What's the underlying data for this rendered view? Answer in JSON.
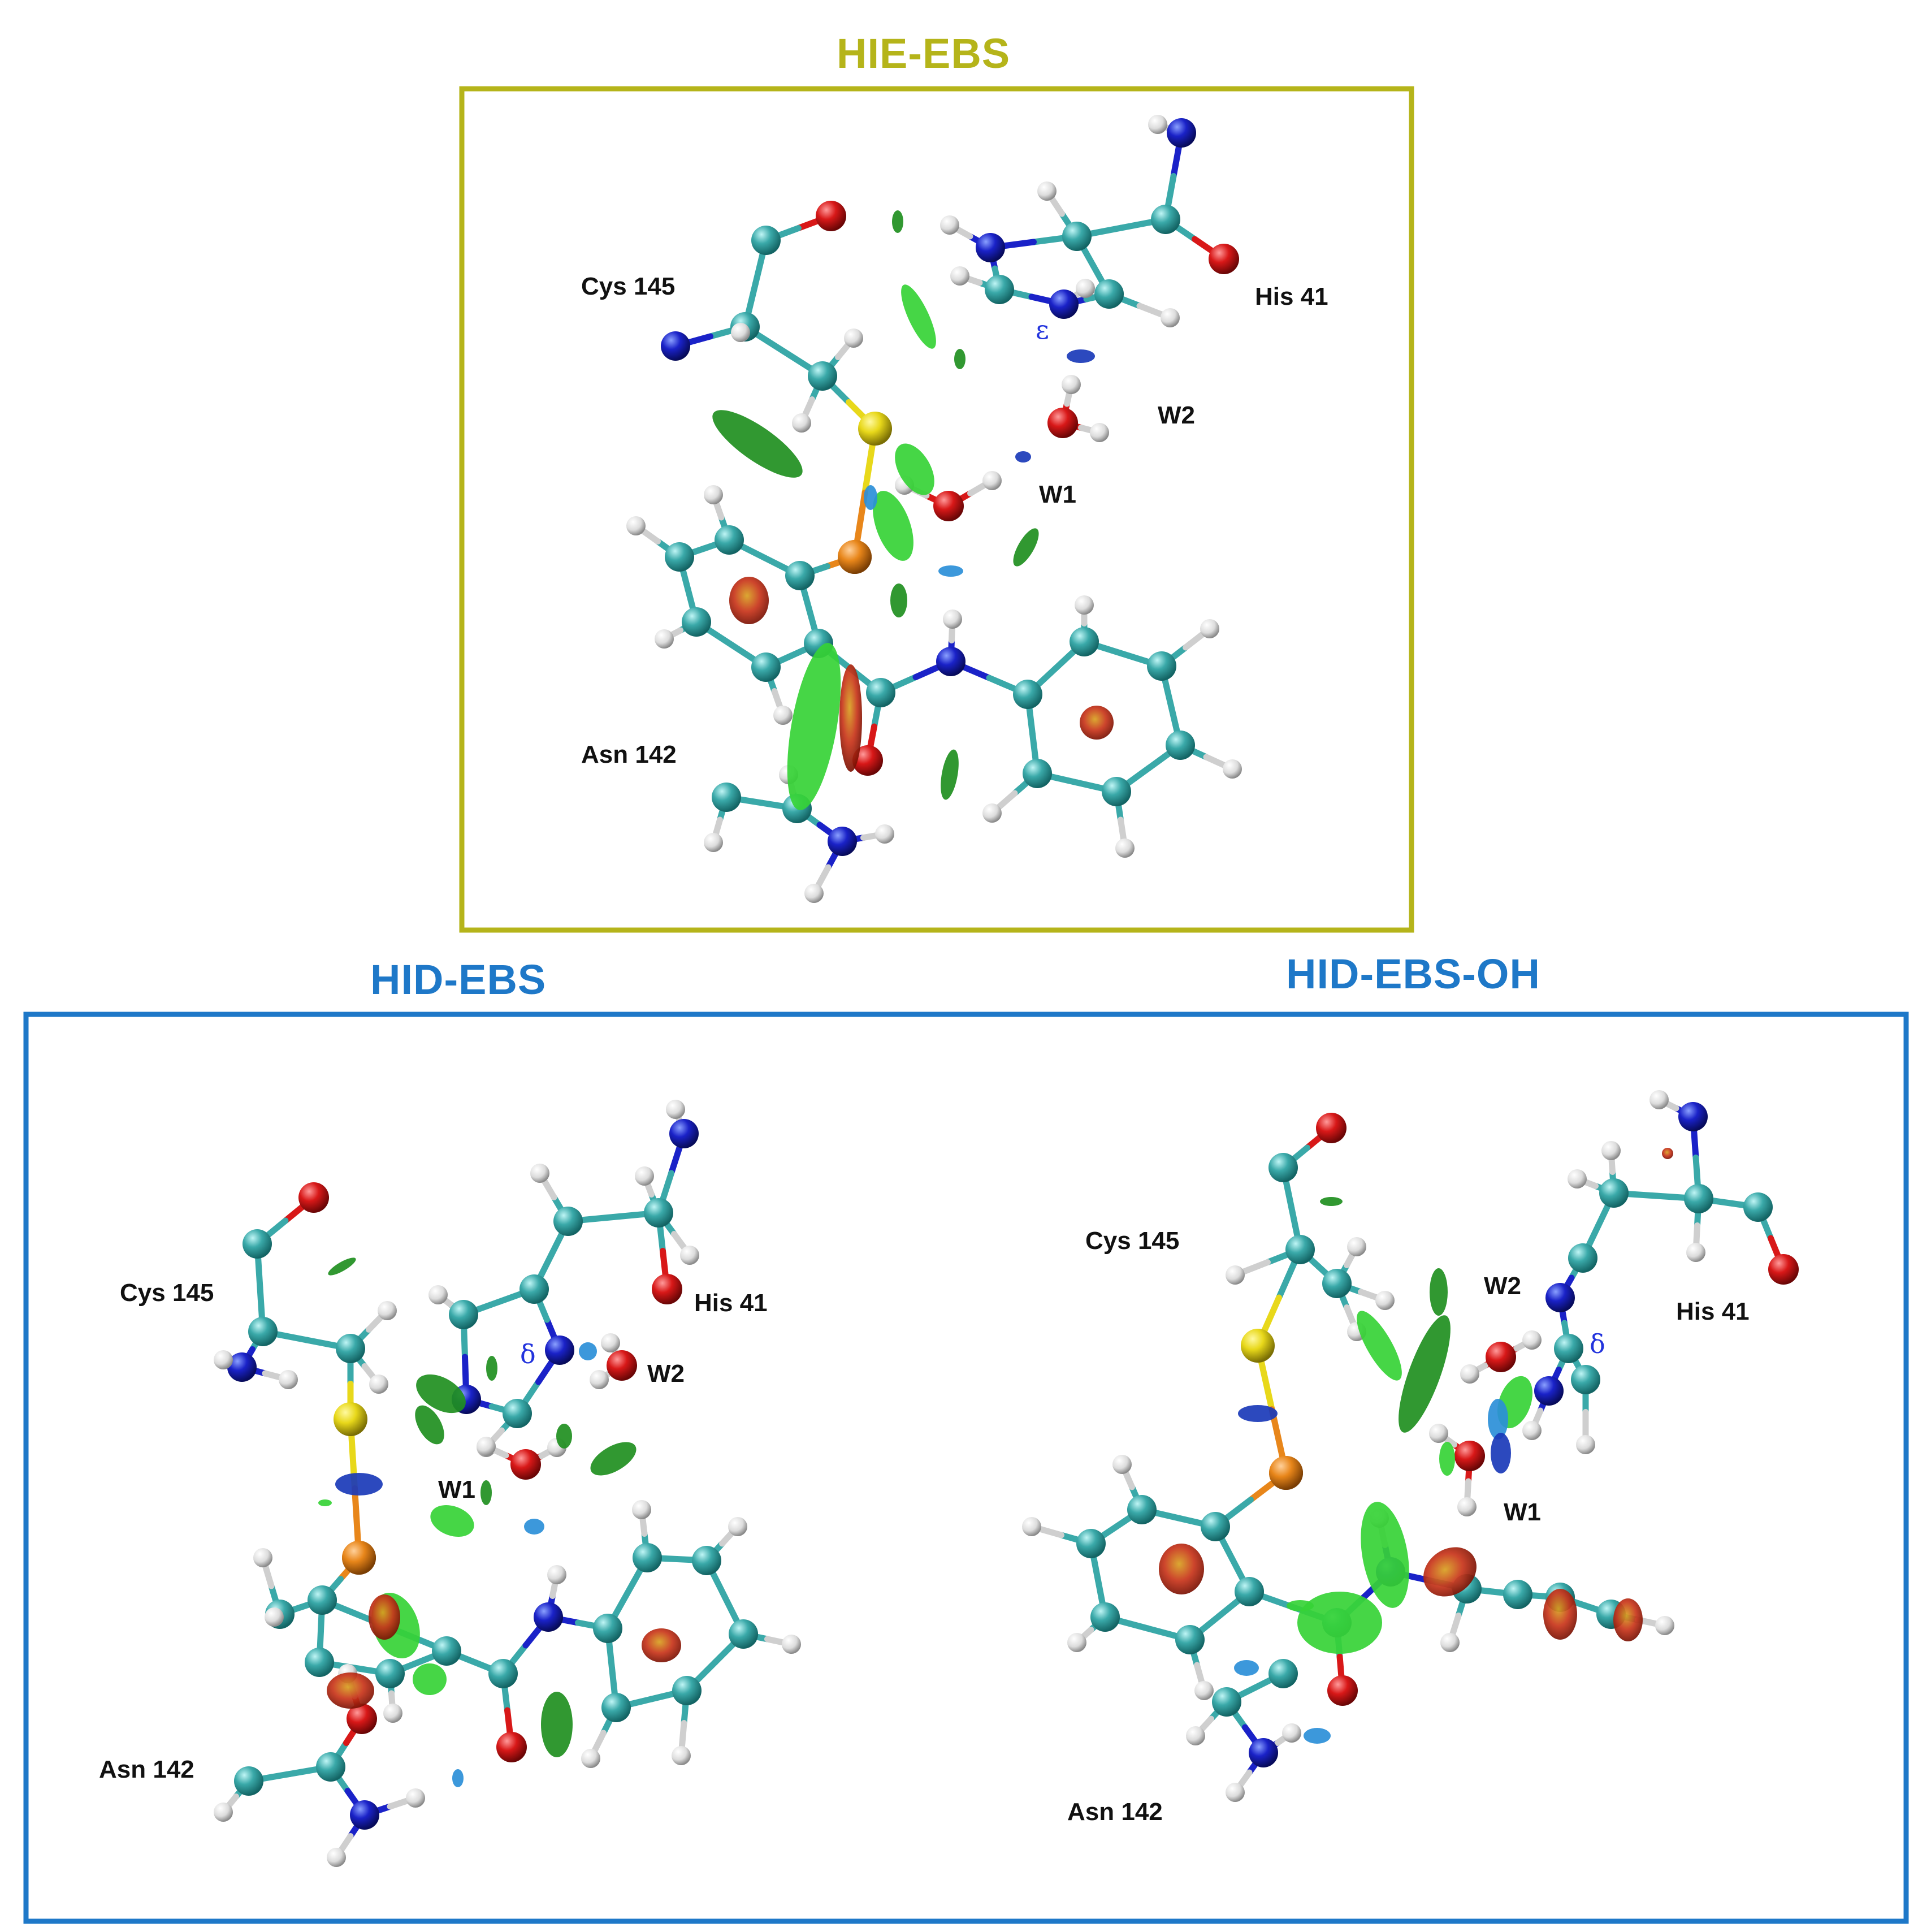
{
  "colors": {
    "hie_accent": "#b5b41a",
    "hid_accent": "#1e78c8",
    "carbon": "#3aa9a9",
    "nitrogen": "#1a22c8",
    "oxygen": "#d81818",
    "hydrogen": "#e6e6e6",
    "sulfur": "#e8d81a",
    "selenium": "#e8861a",
    "nci_green": "#2fd02f",
    "nci_blue": "#1a3ab8",
    "nci_red": "#c8341a"
  },
  "panels": {
    "hie": {
      "title": "HIE-EBS",
      "labels": {
        "cys": "Cys 145",
        "his": "His 41",
        "asn": "Asn 142",
        "w1": "W1",
        "w2": "W2",
        "greek": "ε"
      }
    },
    "hid": {
      "title": "HID-EBS",
      "labels": {
        "cys": "Cys 145",
        "his": "His 41",
        "asn": "Asn 142",
        "w1": "W1",
        "w2": "W2",
        "greek": "δ"
      }
    },
    "hidoh": {
      "title": "HID-EBS-OH",
      "labels": {
        "cys": "Cys 145",
        "his": "His 41",
        "asn": "Asn 142",
        "w1": "W1",
        "w2": "W2",
        "greek": "δ"
      }
    }
  }
}
